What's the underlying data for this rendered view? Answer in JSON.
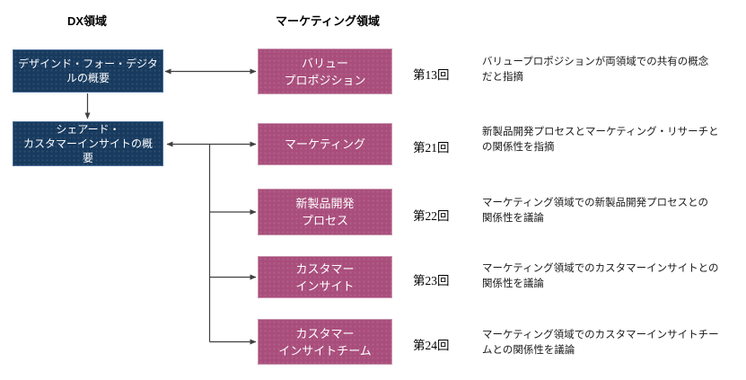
{
  "headers": {
    "dx": "DX領域",
    "marketing": "マーケティング領域"
  },
  "dx_boxes": [
    {
      "label": "デザインド・フォー・デジタ\nルの概要"
    },
    {
      "label": "シェアード・\nカスタマーインサイトの概\n要"
    }
  ],
  "rows": [
    {
      "box_label": "バリュー\nプロポジション",
      "episode": "第13回",
      "description": "バリュープロポジションが両領域での共有の概念\nだと指摘"
    },
    {
      "box_label": "マーケティング",
      "episode": "第21回",
      "description": "新製品開発プロセスとマーケティング・リサーチと\nの関係性を指摘"
    },
    {
      "box_label": "新製品開発\nプロセス",
      "episode": "第22回",
      "description": "マーケティング領域での新製品開発プロセスとの\n関係性を議論"
    },
    {
      "box_label": "カスタマー\nインサイト",
      "episode": "第23回",
      "description": "マーケティング領域でのカスタマーインサイトとの\n関係性を議論"
    },
    {
      "box_label": "カスタマー\nインサイトチーム",
      "episode": "第24回",
      "description": "マーケティング領域でのカスタマーインサイトチー\nムとの関係性を議論"
    }
  ],
  "colors": {
    "dx_box_fill": "#173A5E",
    "dx_box_border": "#4A6D99",
    "marketing_box_fill": "#A94E7C",
    "marketing_box_border": "#C795AE",
    "box_text": "#FFFFFF",
    "connector": "#404040",
    "heading_text": "#000000",
    "body_text": "#1A1A1A"
  }
}
